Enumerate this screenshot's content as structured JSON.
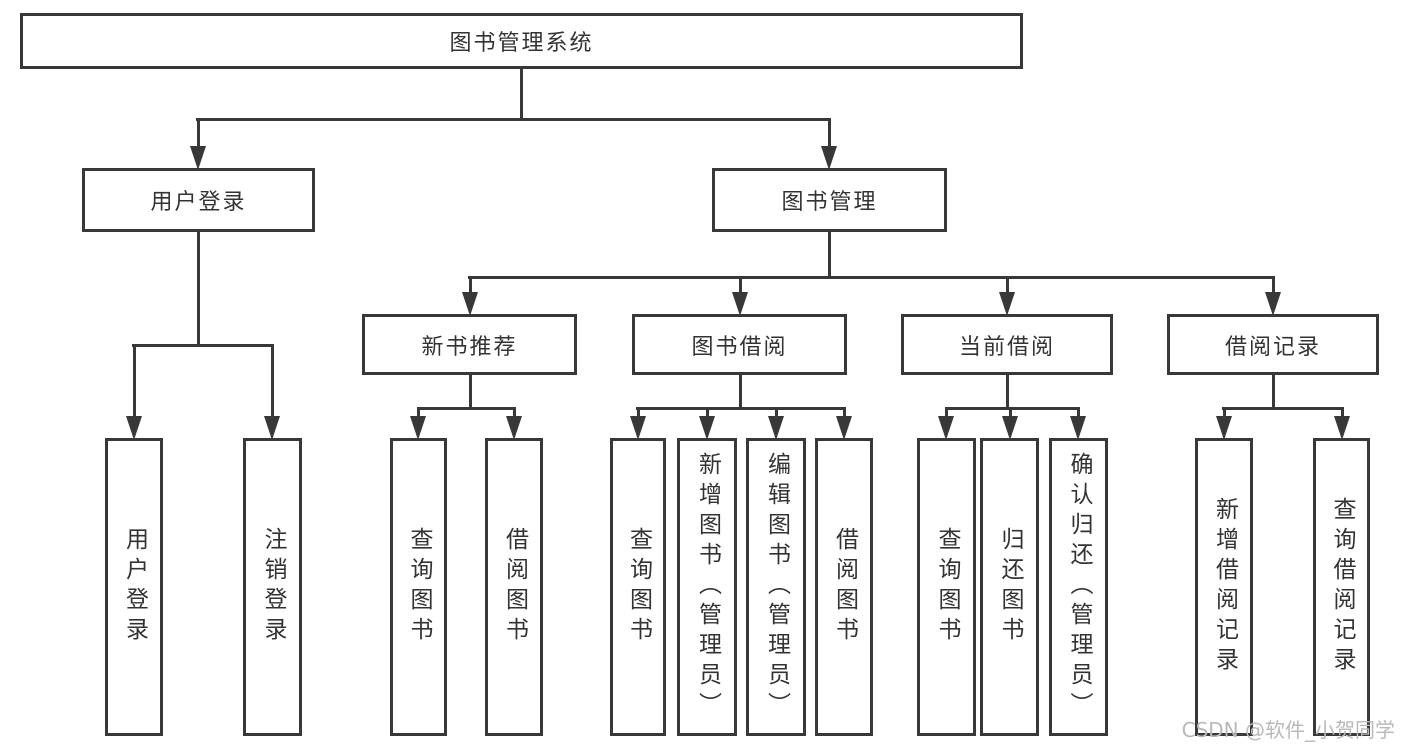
{
  "nodes": {
    "root": {
      "label": "图书管理系统"
    },
    "level2": [
      {
        "label": "用户登录"
      },
      {
        "label": "图书管理"
      }
    ],
    "level3": [
      {
        "label": "新书推荐"
      },
      {
        "label": "图书借阅"
      },
      {
        "label": "当前借阅"
      },
      {
        "label": "借阅记录"
      }
    ],
    "leaves": [
      {
        "label": "用户登录"
      },
      {
        "label": "注销登录"
      },
      {
        "label": "查询图书"
      },
      {
        "label": "借阅图书"
      },
      {
        "label": "查询图书"
      },
      {
        "label": "新增图书（管理员）"
      },
      {
        "label": "编辑图书（管理员）"
      },
      {
        "label": "借阅图书"
      },
      {
        "label": "查询图书"
      },
      {
        "label": "归还图书"
      },
      {
        "label": "确认归还（管理员）"
      },
      {
        "label": "新增借阅记录"
      },
      {
        "label": "查询借阅记录"
      }
    ]
  },
  "watermark": "CSDN @软件_小贺同学",
  "colors": {
    "line": "#383838",
    "text": "#333333",
    "watermark": "#b9b9b9",
    "background": "#ffffff"
  }
}
